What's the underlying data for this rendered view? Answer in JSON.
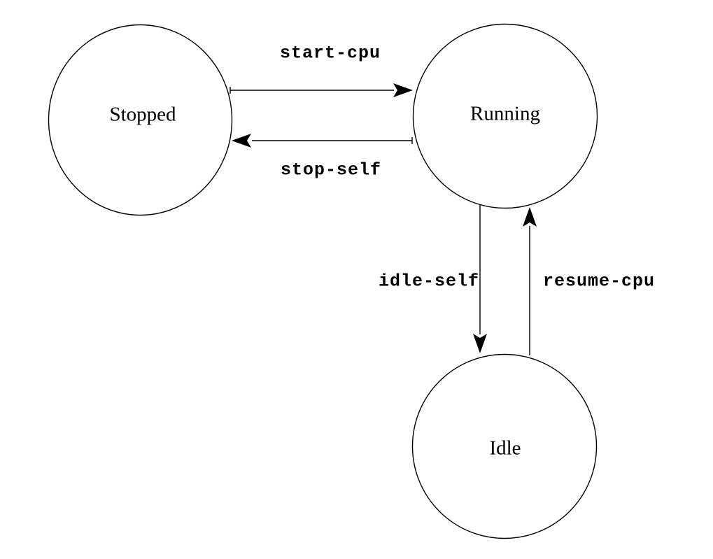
{
  "diagram": {
    "type": "state-transition-diagram",
    "background_color": "#ffffff",
    "stroke_color": "#000000",
    "states": [
      {
        "id": "stopped",
        "label": "Stopped"
      },
      {
        "id": "running",
        "label": "Running"
      },
      {
        "id": "idle",
        "label": "Idle"
      }
    ],
    "transitions": [
      {
        "id": "start-cpu",
        "label": "start-cpu",
        "from": "Stopped",
        "to": "Running"
      },
      {
        "id": "stop-self",
        "label": "stop-self",
        "from": "Running",
        "to": "Stopped"
      },
      {
        "id": "idle-self",
        "label": "idle-self",
        "from": "Running",
        "to": "Idle"
      },
      {
        "id": "resume-cpu",
        "label": "resume-cpu",
        "from": "Idle",
        "to": "Running"
      }
    ]
  }
}
